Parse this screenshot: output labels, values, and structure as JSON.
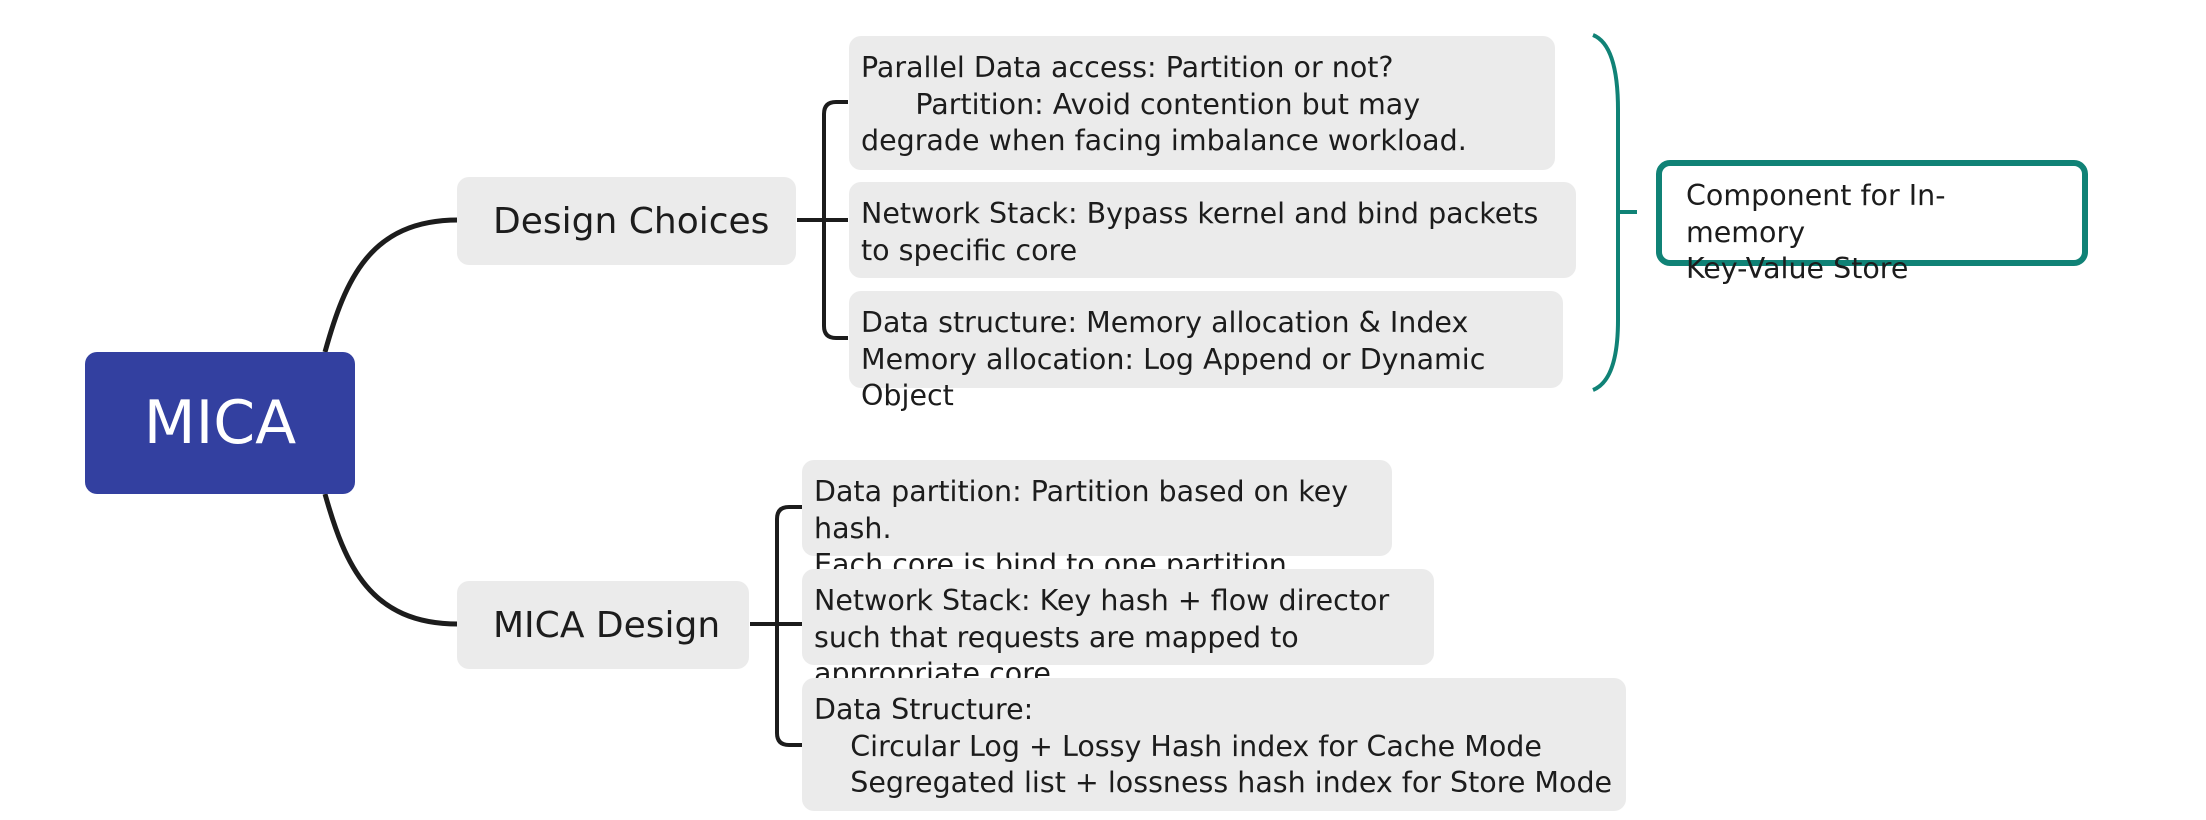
{
  "root": {
    "label": "MICA"
  },
  "branches": [
    {
      "label": "Design Choices",
      "items": [
        "Parallel Data access: Partition or not?\n      Partition: Avoid contention but may degrade when facing imbalance workload.",
        "Network Stack: Bypass kernel and bind packets to specific core",
        "Data structure: Memory allocation & Index\nMemory allocation: Log Append or Dynamic Object"
      ]
    },
    {
      "label": "MICA Design",
      "items": [
        "Data partition: Partition based on key hash.\nEach core is bind to one partition",
        "Network Stack: Key hash + flow director such that requests are mapped to appropriate core",
        "Data Structure:\n    Circular Log + Lossy Hash index for Cache Mode\n    Segregated list + lossness hash index for Store Mode"
      ]
    }
  ],
  "summary": {
    "label": "Component for In-memory\nKey-Value Store"
  },
  "colors": {
    "root_fill": "#3340a0",
    "node_fill": "#ebebeb",
    "connector": "#1c1c1c",
    "summary_accent": "#108276"
  }
}
